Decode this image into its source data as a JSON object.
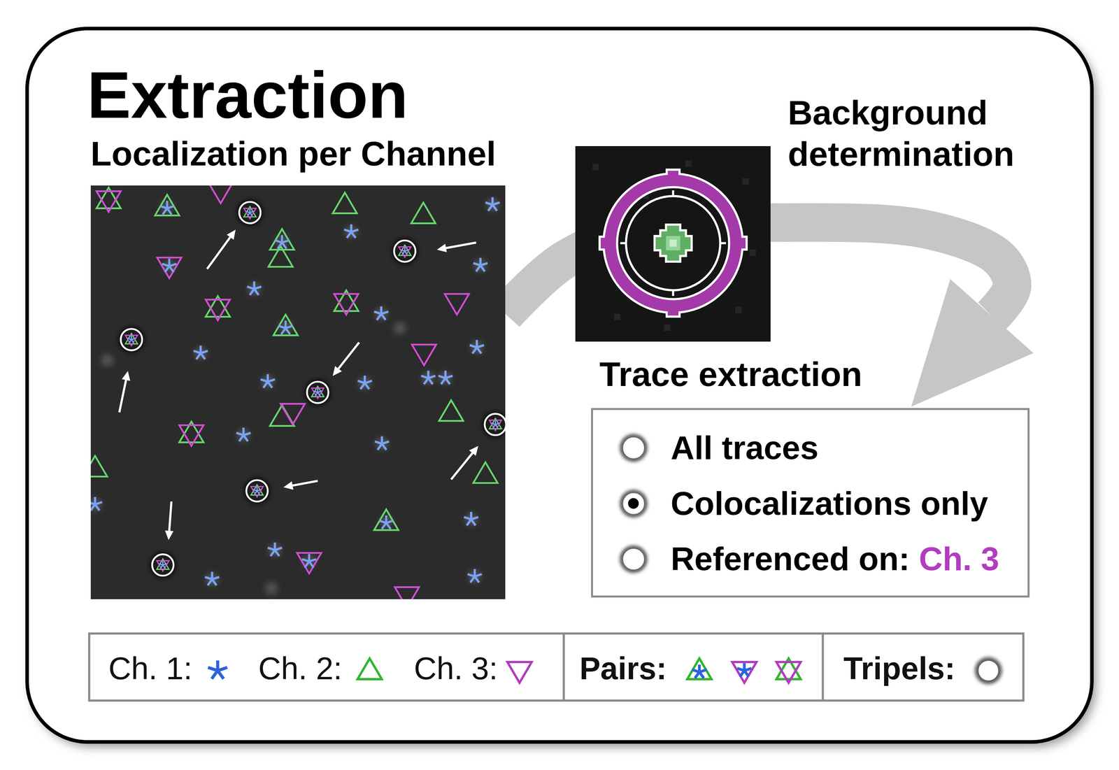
{
  "diagram": {
    "title": "Extraction",
    "nodes": [
      {
        "text": [
          "Localization per Channel"
        ]
      },
      {
        "text": [
          "Background determination"
        ]
      },
      {
        "text": [
          "Trace extraction",
          "All traces",
          "Colocalizations only",
          "Referenced on:",
          "Ch. 3"
        ]
      }
    ],
    "edges": [
      {
        "from": 0,
        "to": 2,
        "arrow": "to"
      }
    ],
    "legend": [
      {
        "text": "Ch. 1:"
      },
      {
        "text": "Ch. 2:"
      },
      {
        "text": "Ch. 3:"
      },
      {
        "text": "Pairs:"
      },
      {
        "text": "Tripels:"
      }
    ]
  }
}
